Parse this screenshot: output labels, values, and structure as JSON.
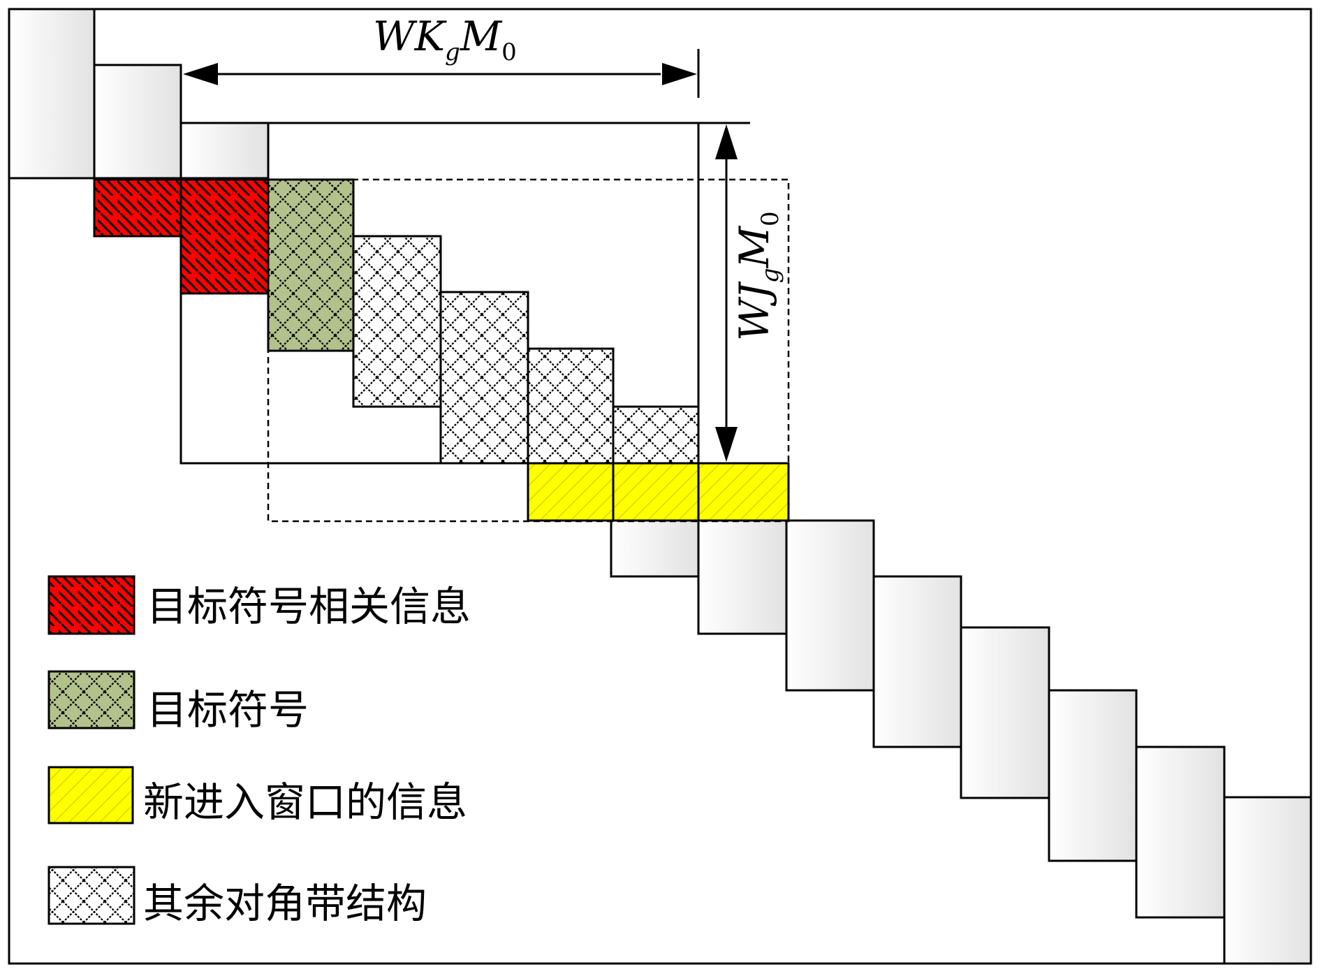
{
  "labels": {
    "width_label": "WK",
    "width_label_sub1": "g",
    "width_label_mid": "M",
    "width_label_sub2": "0",
    "height_label": "WJ",
    "height_label_sub1": "g",
    "height_label_mid": "M",
    "height_label_sub2": "0"
  },
  "legend": [
    {
      "id": "target-related",
      "text": "目标符号相关信息",
      "pattern": "red-hatch"
    },
    {
      "id": "target",
      "text": "目标符号",
      "pattern": "green-cross"
    },
    {
      "id": "new-window",
      "text": "新进入窗口的信息",
      "pattern": "yellow-hatch"
    },
    {
      "id": "other-band",
      "text": "其余对角带结构",
      "pattern": "white-cross"
    }
  ],
  "colors": {
    "red": "#ff0000",
    "green": "#b3c28c",
    "yellow": "#ffff00",
    "gray_block": "#ececec",
    "outline": "#000000"
  }
}
